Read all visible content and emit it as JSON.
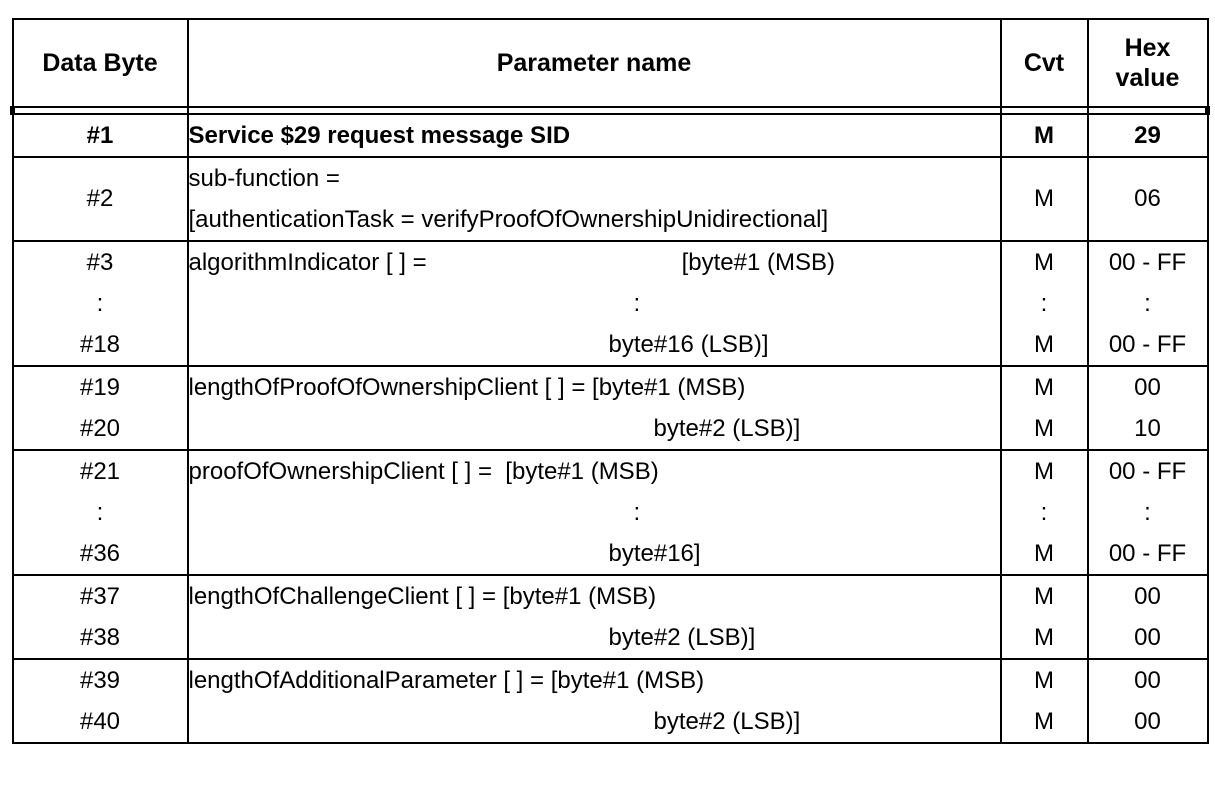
{
  "table": {
    "columns": [
      {
        "key": "data_byte",
        "label": "Data Byte"
      },
      {
        "key": "parameter_name",
        "label": "Parameter name"
      },
      {
        "key": "cvt",
        "label": "Cvt"
      },
      {
        "key": "hex_value",
        "label_line1": "Hex",
        "label_line2": "value"
      }
    ],
    "rows": [
      {
        "id": "row-1",
        "bold": true,
        "byte_lines": [
          "#1"
        ],
        "param_lines": [
          "Service $29 request message SID"
        ],
        "cvt_lines": [
          "M"
        ],
        "hex_lines": [
          "29"
        ]
      },
      {
        "id": "row-2",
        "bold": false,
        "byte_lines": [
          "#2"
        ],
        "param_lines": [
          "sub-function =",
          "[authenticationTask = verifyProofOfOwnershipUnidirectional]"
        ],
        "cvt_lines": [
          "M"
        ],
        "hex_lines": [
          "06"
        ]
      },
      {
        "id": "row-3-18",
        "bold": false,
        "byte_lines": [
          "#3",
          ":",
          "#18"
        ],
        "param_lines": [
          "algorithmIndicator [ ] =",
          "[byte#1 (MSB)",
          ":",
          "byte#16 (LSB)]"
        ],
        "cvt_lines": [
          "M",
          ":",
          "M"
        ],
        "hex_lines": [
          "00 - FF",
          ":",
          "00 - FF"
        ]
      },
      {
        "id": "row-19-20",
        "bold": false,
        "byte_lines": [
          "#19",
          "#20"
        ],
        "param_lines": [
          "lengthOfProofOfOwnershipClient [ ] = [byte#1 (MSB)",
          "byte#2 (LSB)]"
        ],
        "cvt_lines": [
          "M",
          "M"
        ],
        "hex_lines": [
          "00",
          "10"
        ]
      },
      {
        "id": "row-21-36",
        "bold": false,
        "byte_lines": [
          "#21",
          ":",
          "#36"
        ],
        "param_lines": [
          "proofOfOwnershipClient [ ] =  [byte#1 (MSB)",
          ":",
          "byte#16]"
        ],
        "cvt_lines": [
          "M",
          ":",
          "M"
        ],
        "hex_lines": [
          "00 - FF",
          ":",
          "00 - FF"
        ]
      },
      {
        "id": "row-37-38",
        "bold": false,
        "byte_lines": [
          "#37",
          "#38"
        ],
        "param_lines": [
          "lengthOfChallengeClient [ ] = [byte#1 (MSB)",
          "byte#2 (LSB)]"
        ],
        "cvt_lines": [
          "M",
          "M"
        ],
        "hex_lines": [
          "00",
          "00"
        ]
      },
      {
        "id": "row-39-40",
        "bold": false,
        "byte_lines": [
          "#39",
          "#40"
        ],
        "param_lines": [
          "lengthOfAdditionalParameter [ ] = [byte#1 (MSB)",
          "byte#2 (LSB)]"
        ],
        "cvt_lines": [
          "M",
          "M"
        ],
        "hex_lines": [
          "00",
          "00"
        ]
      }
    ]
  },
  "colors": {
    "border": "#000000",
    "text": "#000000",
    "background": "#ffffff"
  }
}
